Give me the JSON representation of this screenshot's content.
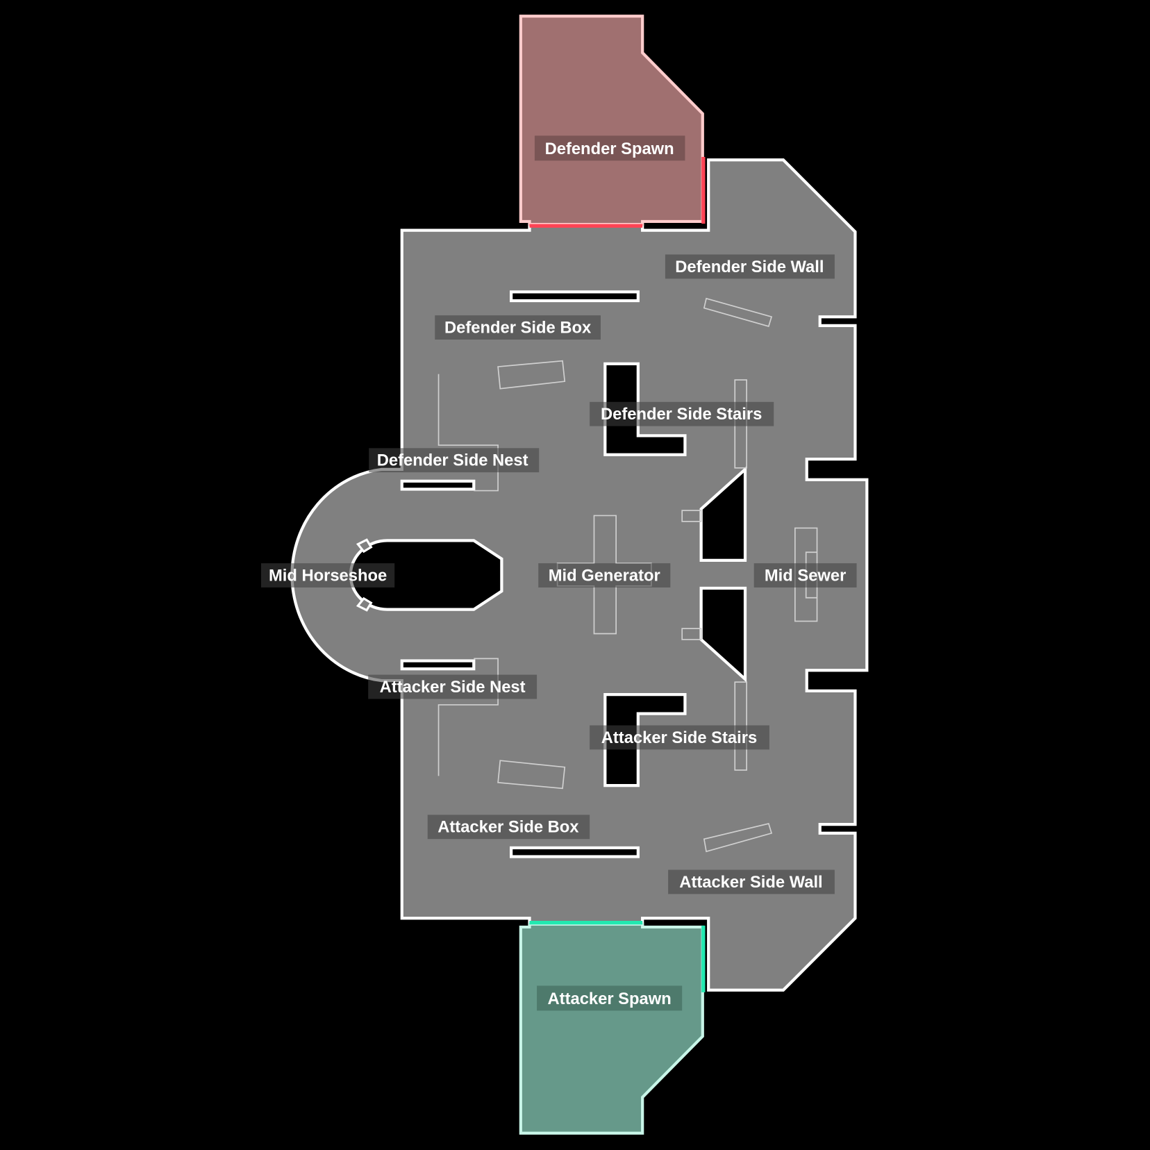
{
  "map": {
    "background": "#000000",
    "floor_color": "#808080",
    "wall_color": "#ffffff",
    "obstacle_fill": "#000000",
    "prop_outline": "#d0d0d0",
    "label_bg": "rgba(64,64,64,0.55)"
  },
  "spawns": {
    "defender": {
      "label": "Defender Spawn",
      "fill": "#a07070",
      "stroke": "#ffcccc",
      "door_color": "#ff4455",
      "label_bg": "#7a5555"
    },
    "attacker": {
      "label": "Attacker Spawn",
      "fill": "#66998a",
      "stroke": "#c8f5e8",
      "door_color": "#22e8b0",
      "label_bg": "#4e7a6c"
    }
  },
  "callouts": [
    {
      "id": "defender-side-wall",
      "label": "Defender Side Wall"
    },
    {
      "id": "defender-side-box",
      "label": "Defender Side Box"
    },
    {
      "id": "defender-side-stairs",
      "label": "Defender Side Stairs"
    },
    {
      "id": "defender-side-nest",
      "label": "Defender Side Nest"
    },
    {
      "id": "mid-horseshoe",
      "label": "Mid Horseshoe"
    },
    {
      "id": "mid-generator",
      "label": "Mid Generator"
    },
    {
      "id": "mid-sewer",
      "label": "Mid Sewer"
    },
    {
      "id": "attacker-side-nest",
      "label": "Attacker Side Nest"
    },
    {
      "id": "attacker-side-stairs",
      "label": "Attacker Side Stairs"
    },
    {
      "id": "attacker-side-box",
      "label": "Attacker Side Box"
    },
    {
      "id": "attacker-side-wall",
      "label": "Attacker Side Wall"
    }
  ]
}
